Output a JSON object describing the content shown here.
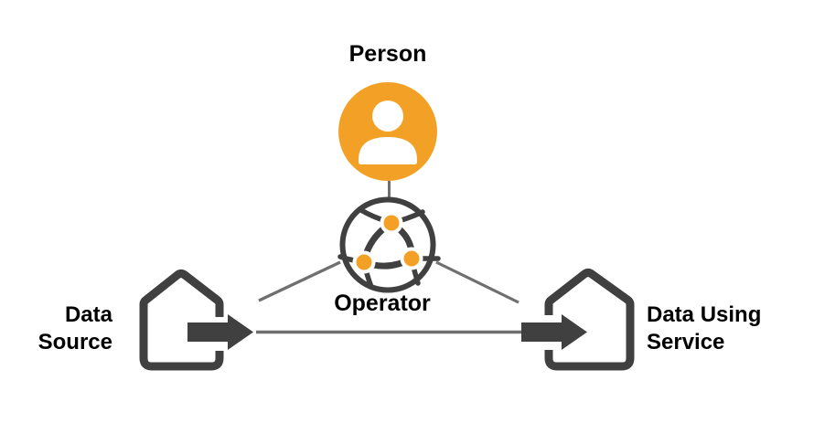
{
  "diagram": {
    "nodes": {
      "person": {
        "label": "Person",
        "icon": "person-icon"
      },
      "operator": {
        "label": "Operator",
        "icon": "network-globe-icon"
      },
      "data_source": {
        "label_line1": "Data",
        "label_line2": "Source",
        "icon": "house-outgoing-arrow-icon"
      },
      "data_using_service": {
        "label_line1": "Data Using",
        "label_line2": "Service",
        "icon": "house-incoming-arrow-icon"
      }
    },
    "edges": [
      {
        "from": "person",
        "to": "operator",
        "type": "plain-line"
      },
      {
        "from": "operator",
        "to": "data_source",
        "type": "plain-line"
      },
      {
        "from": "operator",
        "to": "data_using_service",
        "type": "plain-line"
      },
      {
        "from": "data_source",
        "to": "data_using_service",
        "type": "plain-line"
      }
    ],
    "colors": {
      "accent_orange": "#F2A126",
      "icon_charcoal": "#404040",
      "connector_gray": "#6F6F6F",
      "label_black": "#000000",
      "background": "#FFFFFF"
    }
  }
}
